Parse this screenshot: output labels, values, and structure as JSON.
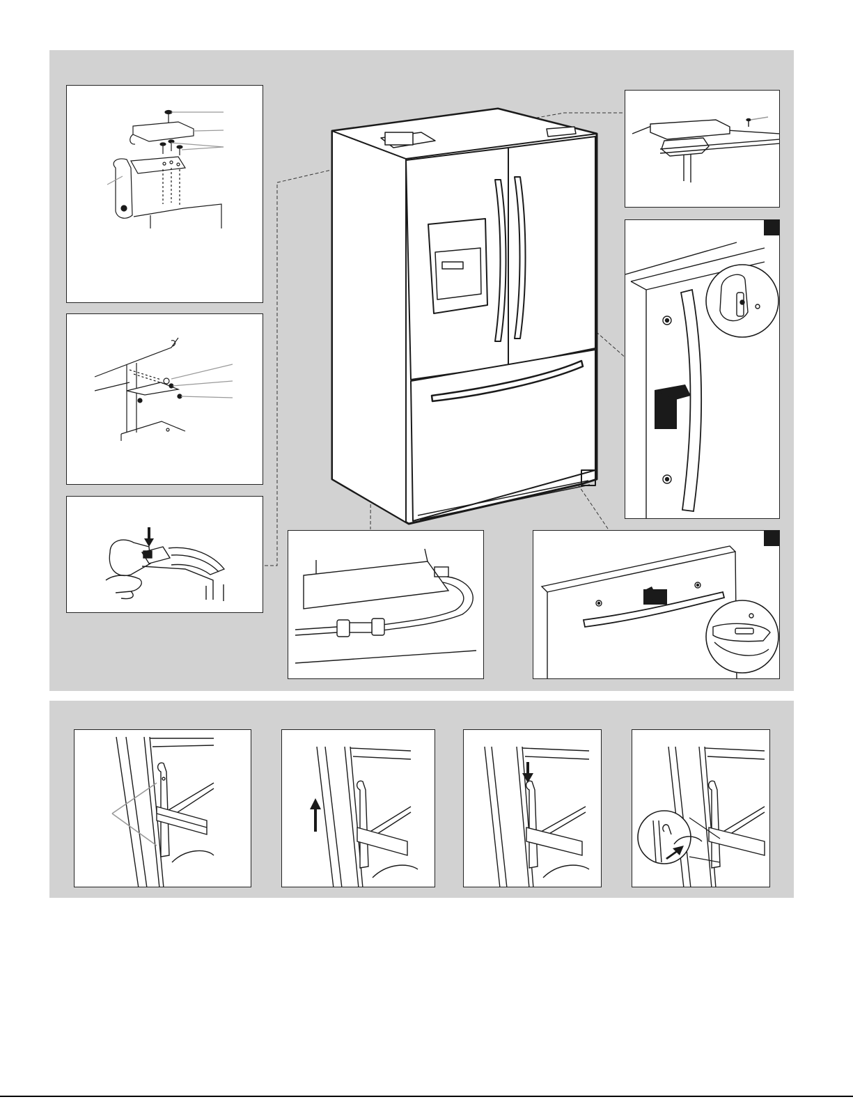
{
  "page": {
    "band_color": "#d2d2d2",
    "line_color": "#1a1a1a"
  },
  "panels": {
    "hinge_top": {
      "icon": "top-hinge-exploded-icon"
    },
    "hinge_bottom": {
      "icon": "bottom-hinge-bracket-icon"
    },
    "wire_plug": {
      "icon": "hand-disconnect-plug-icon"
    },
    "hinge_cover": {
      "icon": "hinge-cover-screw-icon"
    },
    "door_handle": {
      "icon": "door-handle-install-icon"
    },
    "water_line": {
      "icon": "water-line-coupling-icon"
    },
    "drawer_handle": {
      "icon": "drawer-handle-install-icon"
    }
  },
  "steps": [
    {
      "icon": "drawer-rail-hooks-icon",
      "arrow": "none"
    },
    {
      "icon": "drawer-lift-up-icon",
      "arrow": "up"
    },
    {
      "icon": "drawer-push-down-icon",
      "arrow": "down"
    },
    {
      "icon": "drawer-slide-out-icon",
      "arrow": "down-left"
    }
  ]
}
